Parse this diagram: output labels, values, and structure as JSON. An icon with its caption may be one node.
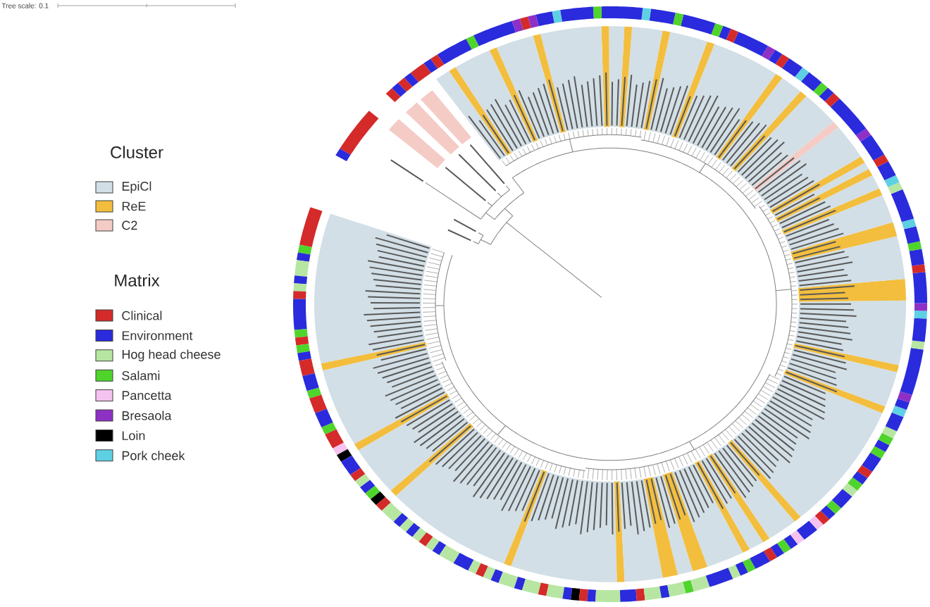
{
  "diagram": {
    "labels": [
      "Tree scale: 0.1",
      "Cluster",
      "Matrix"
    ],
    "legend": [
      {
        "text": "EpiCl",
        "color": "#d3dfe6"
      },
      {
        "text": "ReE",
        "color": "#f3be3d"
      },
      {
        "text": "C2",
        "color": "#f5cbc6"
      },
      {
        "text": "Clinical",
        "color": "#d42a2a"
      },
      {
        "text": "Environment",
        "color": "#2a2bdc"
      },
      {
        "text": "Hog head cheese",
        "color": "#b7e6a2"
      },
      {
        "text": "Salami",
        "color": "#4fd42c"
      },
      {
        "text": "Pancetta",
        "color": "#f5c3f0"
      },
      {
        "text": "Bresaola",
        "color": "#8e30c6"
      },
      {
        "text": "Loin",
        "color": "#000000"
      },
      {
        "text": "Pork cheek",
        "color": "#5ed0e4"
      }
    ]
  }
}
